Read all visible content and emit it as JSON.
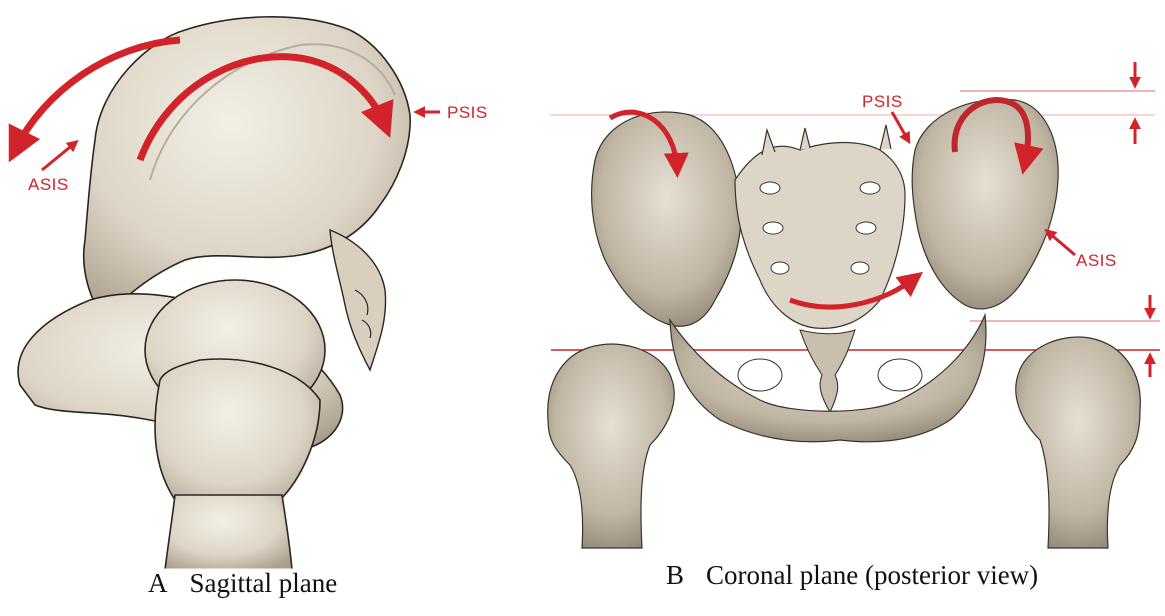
{
  "panel_a": {
    "letter": "A",
    "caption": "Sagittal plane",
    "labels": {
      "psis": "PSIS",
      "asis": "ASIS"
    }
  },
  "panel_b": {
    "letter": "B",
    "caption": "Coronal plane (posterior view)",
    "labels": {
      "psis": "PSIS",
      "asis": "ASIS"
    }
  },
  "colors": {
    "arrow": "#d2232a",
    "bone_light": "#ece7dc",
    "bone_mid": "#cfc6b5",
    "bone_dark": "#8c8171",
    "outline": "#2b2620",
    "guide_line": "#e06a6a"
  }
}
